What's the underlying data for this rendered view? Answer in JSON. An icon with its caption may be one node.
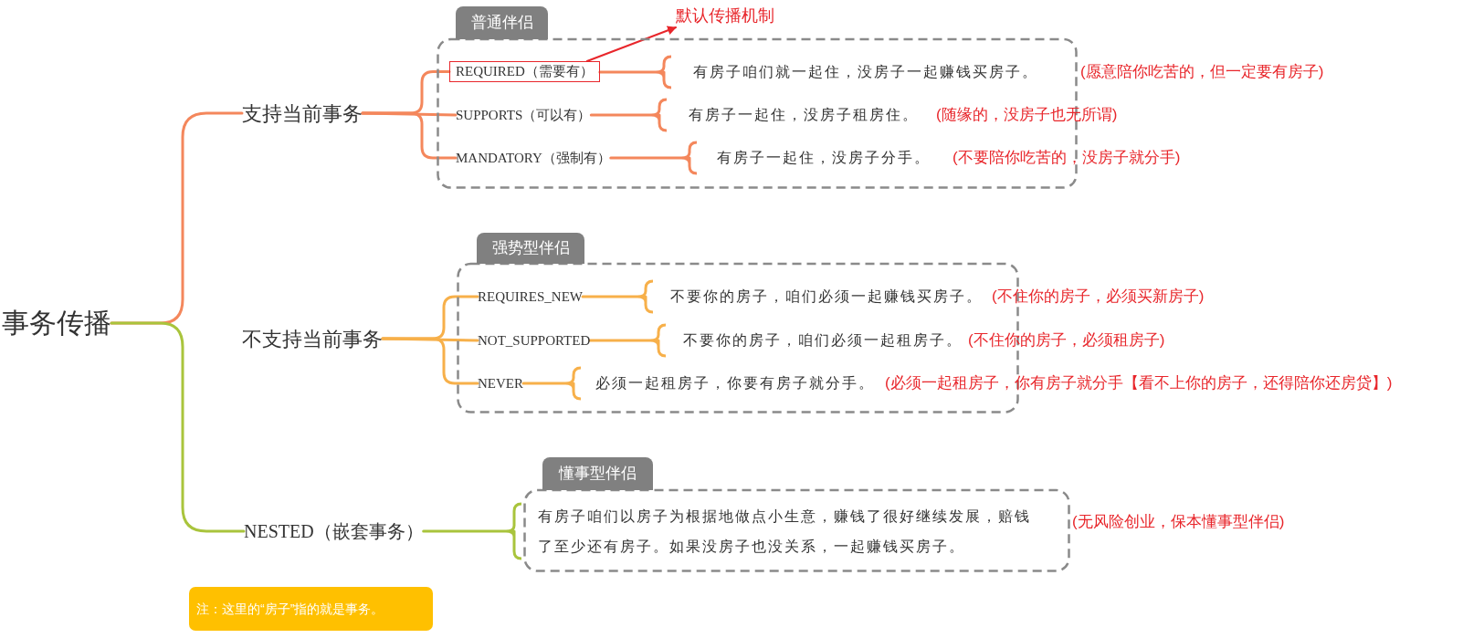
{
  "diagram": {
    "nodes": [
      {
        "text": [
          "事务传播"
        ]
      },
      {
        "text": [
          "支持当前事务"
        ]
      },
      {
        "text": [
          "普通伴侣"
        ]
      },
      {
        "text": [
          "REQUIRED（需要有）"
        ],
        "in": 2
      },
      {
        "text": [
          "SUPPORTS（可以有）"
        ],
        "in": 2
      },
      {
        "text": [
          "MANDATORY（强制有）"
        ],
        "in": 2
      },
      {
        "text": [
          "有房子咱们就一起住，没房子一起赚钱买房子。"
        ],
        "in": 2,
        "beside": [
          "(愿意陪你吃苦的，但一定要有房子)"
        ]
      },
      {
        "text": [
          "有房子一起住，没房子租房住。"
        ],
        "in": 2,
        "beside": [
          "(随缘的，没房子也无所谓)"
        ]
      },
      {
        "text": [
          "有房子一起住，没房子分手。"
        ],
        "in": 2,
        "beside": [
          "(不要陪你吃苦的，没房子就分手)"
        ]
      },
      {
        "text": [
          "默认传播机制"
        ]
      },
      {
        "text": [
          "不支持当前事务"
        ]
      },
      {
        "text": [
          "强势型伴侣"
        ]
      },
      {
        "text": [
          "REQUIRES_NEW"
        ],
        "in": 11
      },
      {
        "text": [
          "NOT_SUPPORTED"
        ],
        "in": 11
      },
      {
        "text": [
          "NEVER"
        ],
        "in": 11
      },
      {
        "text": [
          "不要你的房子，咱们必须一起赚钱买房子。"
        ],
        "in": 11,
        "beside": [
          "(不住你的房子，必须买新房子)"
        ]
      },
      {
        "text": [
          "不要你的房子，咱们必须一起租房子。"
        ],
        "in": 11,
        "beside": [
          "(不住你的房子，必须租房子)"
        ]
      },
      {
        "text": [
          "必须一起租房子，你要有房子就分手。"
        ],
        "in": 11,
        "beside": [
          "(必须一起租房子，你有房子就分手【看不上你的房子，还得陪你还房贷】)"
        ]
      },
      {
        "text": [
          "NESTED（嵌套事务）"
        ]
      },
      {
        "text": [
          "懂事型伴侣"
        ]
      },
      {
        "text": [
          "有房子咱们以房子为根据地做点小生意，赚钱了很好继续发展，赔钱了至少还有房子。如果没房子也没关系，一起赚钱买房子。"
        ],
        "in": 19,
        "beside": [
          "(无风险创业，保本懂事型伴侣)"
        ]
      },
      {
        "text": [
          "注：这里的“房子”指的就是事务。"
        ]
      }
    ],
    "edges": [
      {
        "from": 0,
        "to": 1,
        "arrow": "none"
      },
      {
        "from": 0,
        "to": 18,
        "arrow": "none",
        "color": "#a9c43c"
      },
      {
        "from": 1,
        "to": 3,
        "arrow": "none"
      },
      {
        "from": 1,
        "to": 4,
        "arrow": "none"
      },
      {
        "from": 1,
        "to": 5,
        "arrow": "none"
      },
      {
        "from": 3,
        "to": 6,
        "arrow": "none"
      },
      {
        "from": 4,
        "to": 7,
        "arrow": "none"
      },
      {
        "from": 5,
        "to": 8,
        "arrow": "none"
      },
      {
        "from": 3,
        "to": 9,
        "arrow": "to",
        "color": "#e8262b"
      },
      {
        "from": 10,
        "to": 12,
        "arrow": "none",
        "color": "#f7b04a"
      },
      {
        "from": 10,
        "to": 13,
        "arrow": "none",
        "color": "#f7b04a"
      },
      {
        "from": 10,
        "to": 14,
        "arrow": "none",
        "color": "#f7b04a"
      },
      {
        "from": 12,
        "to": 15,
        "arrow": "none",
        "color": "#f7b04a"
      },
      {
        "from": 13,
        "to": 16,
        "arrow": "none",
        "color": "#f7b04a"
      },
      {
        "from": 14,
        "to": 17,
        "arrow": "none",
        "color": "#f7b04a"
      },
      {
        "from": 18,
        "to": 20,
        "arrow": "none",
        "color": "#a9c43c"
      }
    ]
  }
}
